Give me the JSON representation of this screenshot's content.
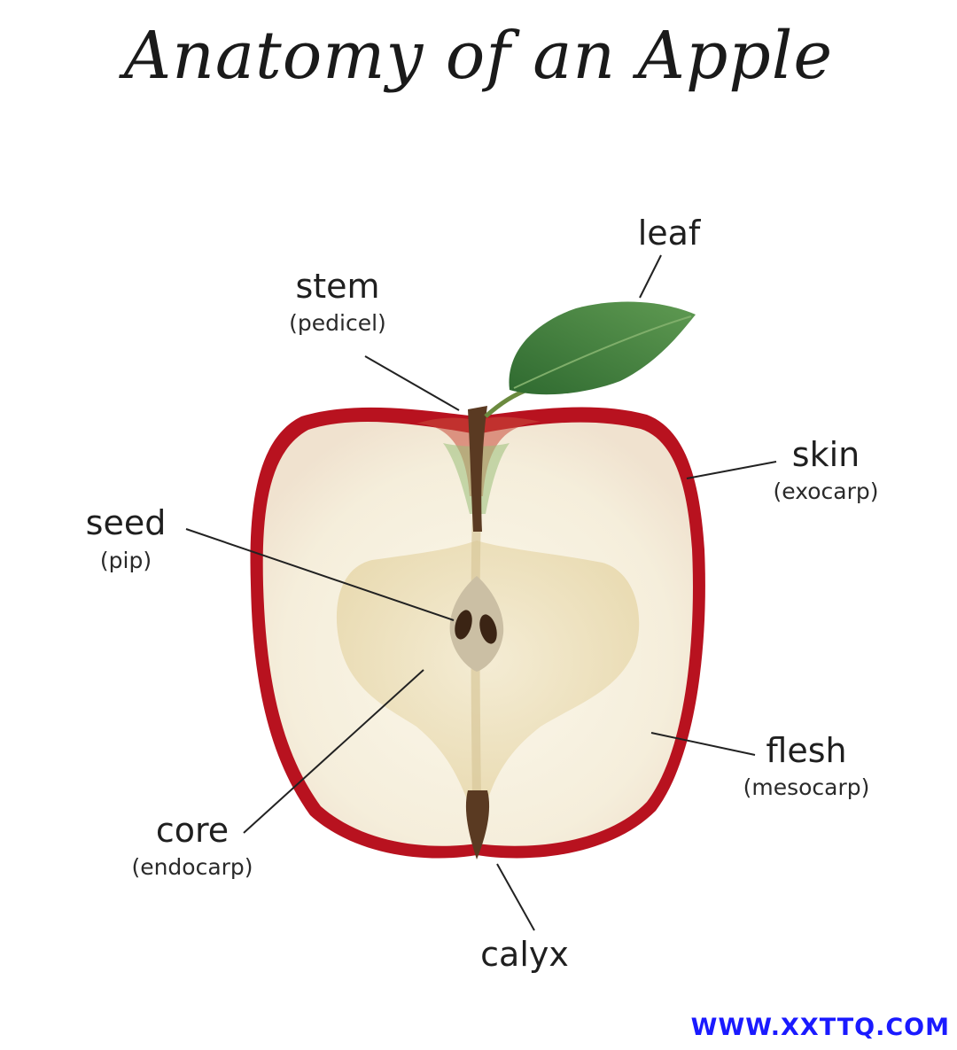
{
  "title": "Anatomy of an Apple",
  "labels": {
    "leaf": {
      "main": "leaf"
    },
    "stem": {
      "main": "stem",
      "sub": "(pedicel)"
    },
    "skin": {
      "main": "skin",
      "sub": "(exocarp)"
    },
    "seed": {
      "main": "seed",
      "sub": "(pip)"
    },
    "flesh": {
      "main": "flesh",
      "sub": "(mesocarp)"
    },
    "core": {
      "main": "core",
      "sub": "(endocarp)"
    },
    "calyx": {
      "main": "calyx"
    }
  },
  "watermark": "WWW.XXTTQ.COM",
  "colors": {
    "skin": "#b8121f",
    "flesh": "#f7f1e1",
    "core": "#efe3bd",
    "leaf": "#3f7a3a",
    "stem": "#5a3a22",
    "seed": "#3b2414",
    "watermark": "#1a1aff"
  }
}
